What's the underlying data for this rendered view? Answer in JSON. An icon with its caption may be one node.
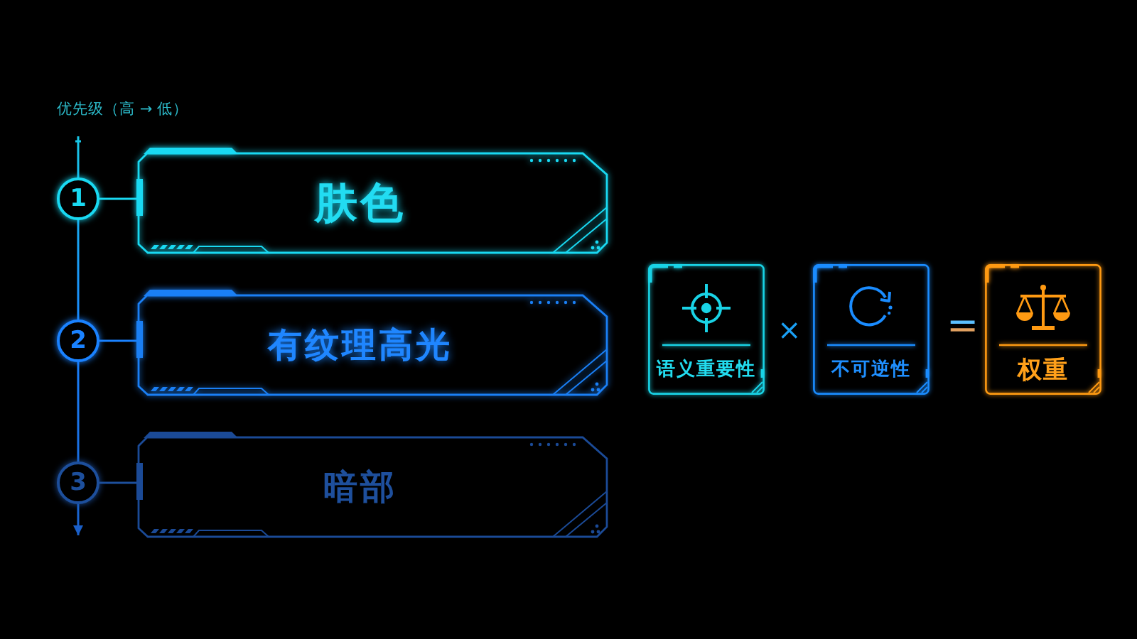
{
  "diagram": {
    "nodes": [
      {
        "text": [
          "1"
        ]
      },
      {
        "text": [
          "肤色"
        ]
      },
      {
        "text": [
          "2"
        ]
      },
      {
        "text": [
          "有纹理高光"
        ]
      },
      {
        "text": [
          "3"
        ]
      },
      {
        "text": [
          "暗部"
        ]
      },
      {
        "text": [
          "语义重要性"
        ]
      },
      {
        "text": [
          "不可逆性"
        ]
      },
      {
        "text": [
          "权重"
        ]
      }
    ],
    "edges": [
      {
        "from": 0,
        "to": 1,
        "arrow": "none",
        "color": "#19d9f2"
      },
      {
        "from": 2,
        "to": 3,
        "arrow": "none",
        "color": "#1a82ff"
      },
      {
        "from": 4,
        "to": 5,
        "arrow": "none",
        "color": "#1d4f9c"
      }
    ],
    "labels": [
      "优先级（高 → 低）",
      "×",
      "="
    ]
  }
}
